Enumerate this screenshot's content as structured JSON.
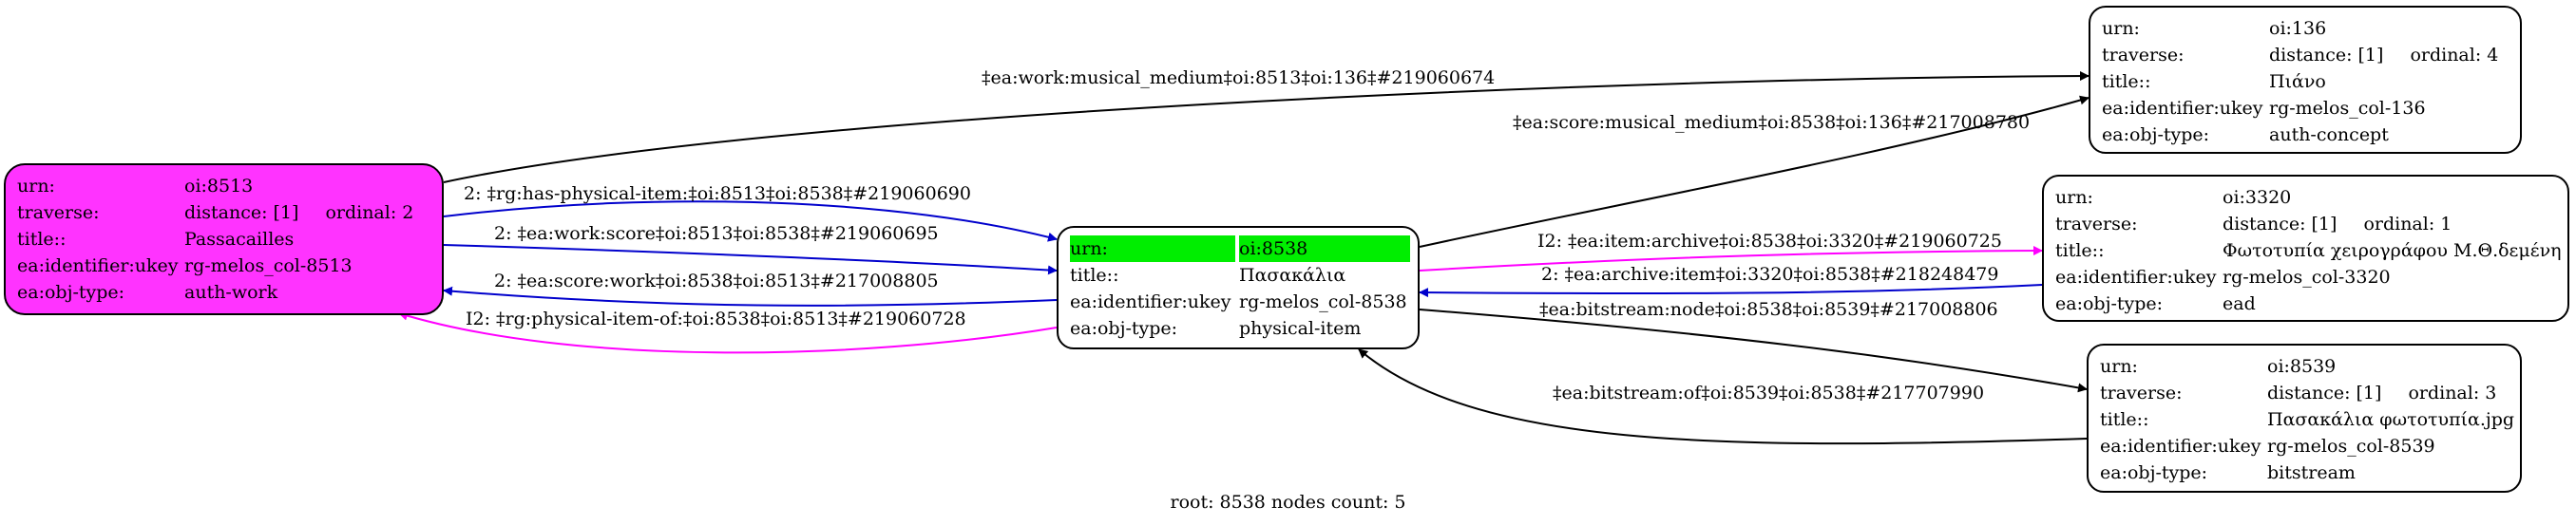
{
  "colors": {
    "root_fill": "#ff33ff",
    "highlight": "#00ee00",
    "edge_black": "#000000",
    "edge_blue": "#0000cc",
    "edge_magenta": "#ff00ff"
  },
  "nodes": {
    "n8513": {
      "rows": [
        {
          "key": "urn:",
          "val": "oi:8513"
        },
        {
          "key": "traverse:",
          "val": "distance: [1]",
          "val2": "ordinal: 2"
        },
        {
          "key": "title::",
          "val": "Passacailles"
        },
        {
          "key": "ea:identifier:ukey",
          "val": "rg-melos_col-8513"
        },
        {
          "key": "ea:obj-type:",
          "val": "auth-work"
        }
      ]
    },
    "n8538": {
      "rows": [
        {
          "key": "urn:",
          "val": "oi:8538"
        },
        {
          "key": "title::",
          "val": "Πασακάλια"
        },
        {
          "key": "ea:identifier:ukey",
          "val": "rg-melos_col-8538"
        },
        {
          "key": "ea:obj-type:",
          "val": "physical-item"
        }
      ]
    },
    "n136": {
      "rows": [
        {
          "key": "urn:",
          "val": "oi:136"
        },
        {
          "key": "traverse:",
          "val": "distance: [1]",
          "val2": "ordinal: 4"
        },
        {
          "key": "title::",
          "val": "Πιάνο"
        },
        {
          "key": "ea:identifier:ukey",
          "val": "rg-melos_col-136"
        },
        {
          "key": "ea:obj-type:",
          "val": "auth-concept"
        }
      ]
    },
    "n3320": {
      "rows": [
        {
          "key": "urn:",
          "val": "oi:3320"
        },
        {
          "key": "traverse:",
          "val": "distance: [1]",
          "val2": "ordinal: 1"
        },
        {
          "key": "title::",
          "val": "Φωτοτυπία χειρογράφου Μ.Θ.δεμένη"
        },
        {
          "key": "ea:identifier:ukey",
          "val": "rg-melos_col-3320"
        },
        {
          "key": "ea:obj-type:",
          "val": "ead"
        }
      ]
    },
    "n8539": {
      "rows": [
        {
          "key": "urn:",
          "val": "oi:8539"
        },
        {
          "key": "traverse:",
          "val": "distance: [1]",
          "val2": "ordinal: 3"
        },
        {
          "key": "title::",
          "val": "Πασακάλια φωτοτυπία.jpg"
        },
        {
          "key": "ea:identifier:ukey",
          "val": "rg-melos_col-8539"
        },
        {
          "key": "ea:obj-type:",
          "val": "bitstream"
        }
      ]
    }
  },
  "edges": [
    {
      "label": "‡ea:work:musical_medium‡oi:8513‡oi:136‡#219060674",
      "color": "black"
    },
    {
      "label": "2: ‡rg:has-physical-item:‡oi:8513‡oi:8538‡#219060690",
      "color": "blue"
    },
    {
      "label": "2: ‡ea:work:score‡oi:8513‡oi:8538‡#219060695",
      "color": "blue"
    },
    {
      "label": "2: ‡ea:score:work‡oi:8538‡oi:8513‡#217008805",
      "color": "blue"
    },
    {
      "label": "I2: ‡rg:physical-item-of:‡oi:8538‡oi:8513‡#219060728",
      "color": "magenta"
    },
    {
      "label": "‡ea:score:musical_medium‡oi:8538‡oi:136‡#217008780",
      "color": "black"
    },
    {
      "label": "I2: ‡ea:item:archive‡oi:8538‡oi:3320‡#219060725",
      "color": "magenta"
    },
    {
      "label": "2: ‡ea:archive:item‡oi:3320‡oi:8538‡#218248479",
      "color": "blue"
    },
    {
      "label": "‡ea:bitstream:node‡oi:8538‡oi:8539‡#217008806",
      "color": "black"
    },
    {
      "label": "‡ea:bitstream:of‡oi:8539‡oi:8538‡#217707990",
      "color": "black"
    }
  ],
  "footer": "root: 8538 nodes count: 5"
}
